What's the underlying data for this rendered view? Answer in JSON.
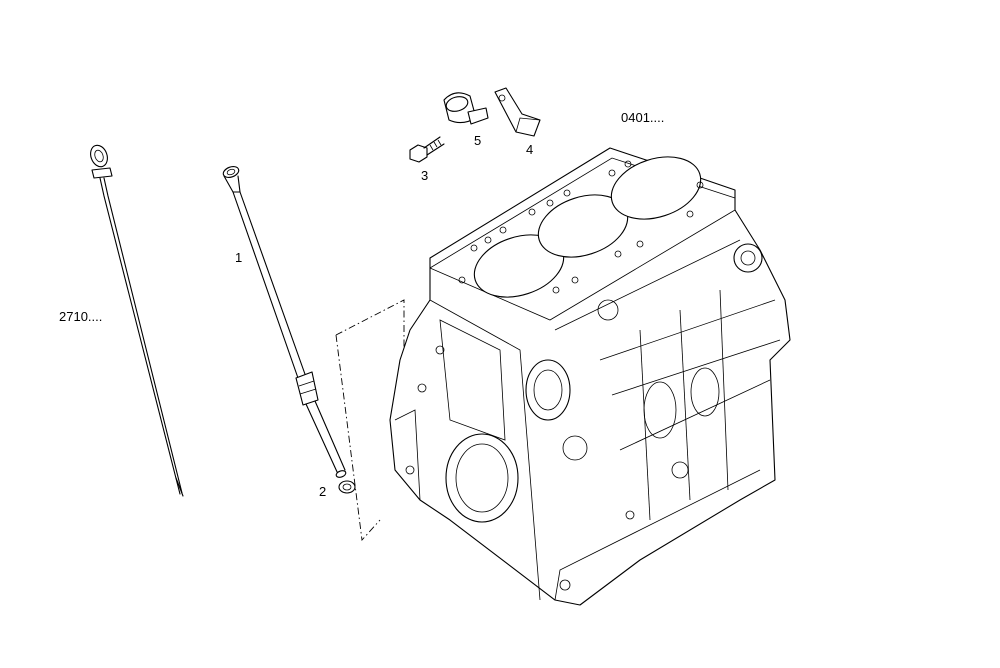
{
  "callouts": {
    "dipstick_ref": "2710....",
    "block_ref": "0401....",
    "item_1": "1",
    "item_2": "2",
    "item_3": "3",
    "item_4": "4",
    "item_5": "5"
  },
  "colors": {
    "line": "#000000",
    "background": "#ffffff"
  }
}
